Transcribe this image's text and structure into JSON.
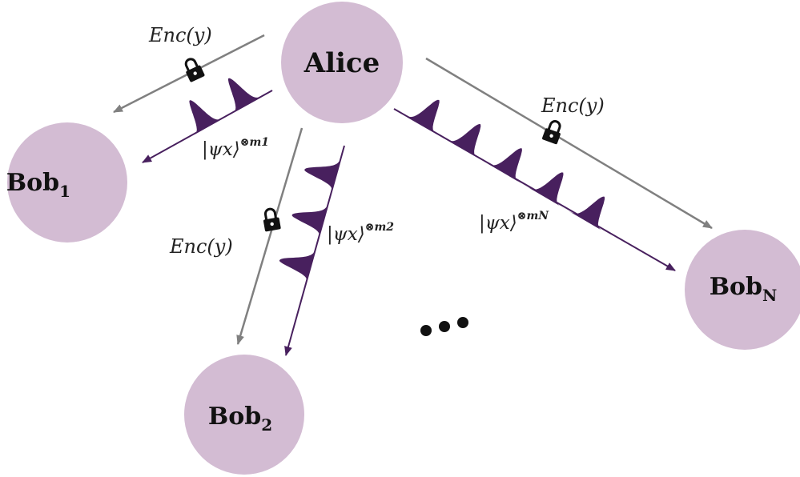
{
  "nodes": {
    "alice": {
      "label": "Alice"
    },
    "bob1": {
      "label": "Bob",
      "sub": "1"
    },
    "bob2": {
      "label": "Bob",
      "sub": "2"
    },
    "bobN": {
      "label": "Bob",
      "sub": "N"
    }
  },
  "channels": {
    "bob1": {
      "enc": "Enc(y)",
      "ket": "|ψx⟩",
      "power": "⊗m1"
    },
    "bob2": {
      "enc": "Enc(y)",
      "ket": "|ψx⟩",
      "power": "⊗m2"
    },
    "bobN": {
      "enc": "Enc(y)",
      "ket": "|ψx⟩",
      "power": "⊗mN"
    }
  },
  "colors": {
    "node_fill": "#d3bcd3",
    "classical_arrow": "#808080",
    "quantum_purple": "#48205e",
    "lock": "#111111"
  }
}
